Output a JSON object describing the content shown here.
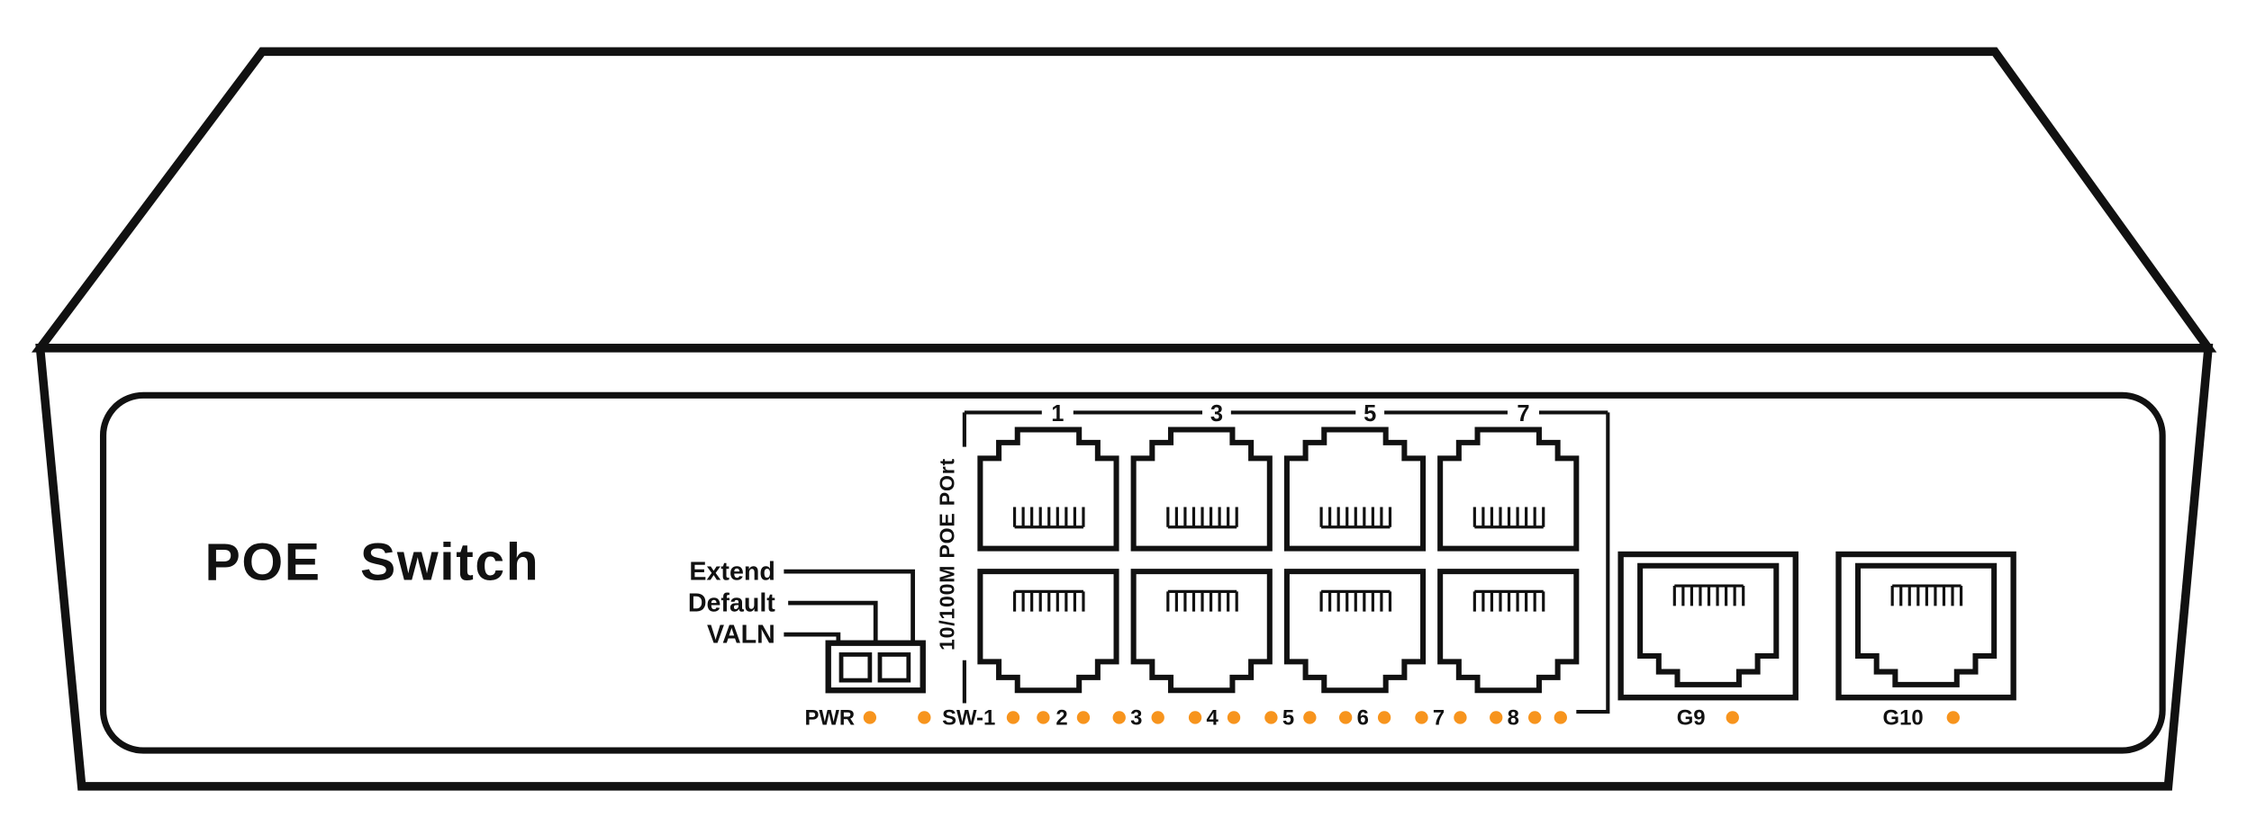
{
  "device": {
    "title": "POE Switch"
  },
  "dip_switch": {
    "labels": [
      "Extend",
      "Default",
      "VALN"
    ]
  },
  "ports_block": {
    "side_label": "10/100M POE POrt",
    "top_port_labels": [
      "1",
      "3",
      "5",
      "7"
    ]
  },
  "led_row": {
    "power_label": "PWR",
    "labels": [
      "SW-1",
      "2",
      "3",
      "4",
      "5",
      "6",
      "7",
      "8"
    ]
  },
  "uplink_ports": [
    {
      "label": "G9"
    },
    {
      "label": "G10"
    }
  ],
  "colors": {
    "led": "#f7941d",
    "line": "#111111",
    "background": "#ffffff"
  }
}
